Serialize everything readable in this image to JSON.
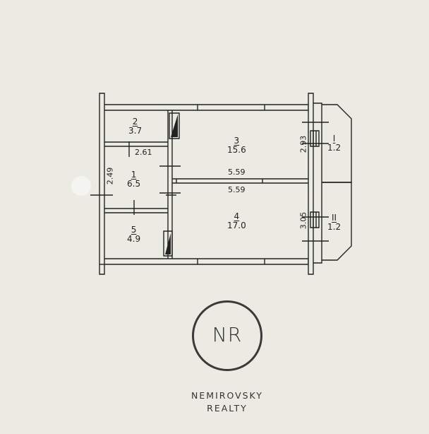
{
  "plan": {
    "rooms": [
      {
        "id": "room-2",
        "number": "2",
        "area": "3.7"
      },
      {
        "id": "room-1",
        "number": "1",
        "area": "6.5"
      },
      {
        "id": "room-5",
        "number": "5",
        "area": "4.9"
      },
      {
        "id": "room-3",
        "number": "3",
        "area": "15.6"
      },
      {
        "id": "room-4",
        "number": "4",
        "area": "17.0"
      },
      {
        "id": "balcony-1",
        "number": "I",
        "area": "1.2"
      },
      {
        "id": "balcony-2",
        "number": "II",
        "area": "1.2"
      }
    ],
    "dimensions": [
      "2.61",
      "2.49",
      "5.59",
      "5.59",
      "2.93",
      "3.05"
    ]
  },
  "logo": {
    "mark": "NR",
    "line1": "NEMIROVSKY",
    "line2": "REALTY"
  }
}
